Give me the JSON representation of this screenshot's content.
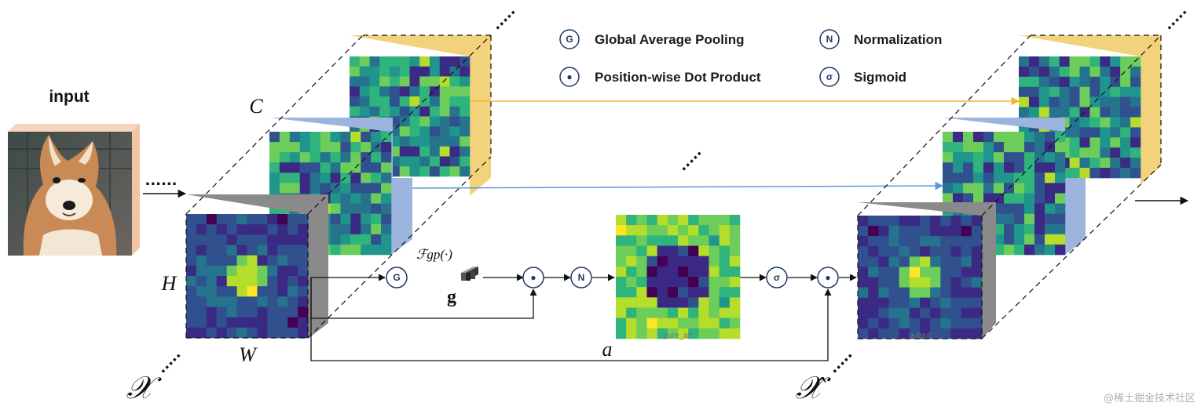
{
  "title": "input",
  "legend": [
    {
      "symbol": "G",
      "label": "Global Average Pooling"
    },
    {
      "symbol": "●",
      "label": "Position-wise Dot Product"
    },
    {
      "symbol": "N",
      "label": "Normalization"
    },
    {
      "symbol": "σ",
      "label": "Sigmoid"
    }
  ],
  "math_labels": {
    "channels": "C",
    "height": "H",
    "width": "W",
    "input_tensor": "𝒳",
    "output_tensor": "𝒳̂",
    "pooling_fn": "ℱgp(·)",
    "pooled_vector": "g",
    "attention": "a"
  },
  "nodes": {
    "pool": "G",
    "dot1": "●",
    "norm": "N",
    "sigmoid": "σ",
    "dot2": "●"
  },
  "ellipsis": "......",
  "ellipsis_short": "·····",
  "faint_labels": {
    "attention_map": "pure_att",
    "output_map": "output"
  },
  "watermark": "@稀土掘金技术社区",
  "colors": {
    "yellow_arrow": "#f4b63a",
    "blue_arrow": "#5b9bd5",
    "node_stroke": "#1f3a60",
    "face_yellow": "#f2d27a",
    "face_blue": "#9db4de",
    "face_gray": "#8a8a8a",
    "photo_side": "#f2c4a5"
  }
}
